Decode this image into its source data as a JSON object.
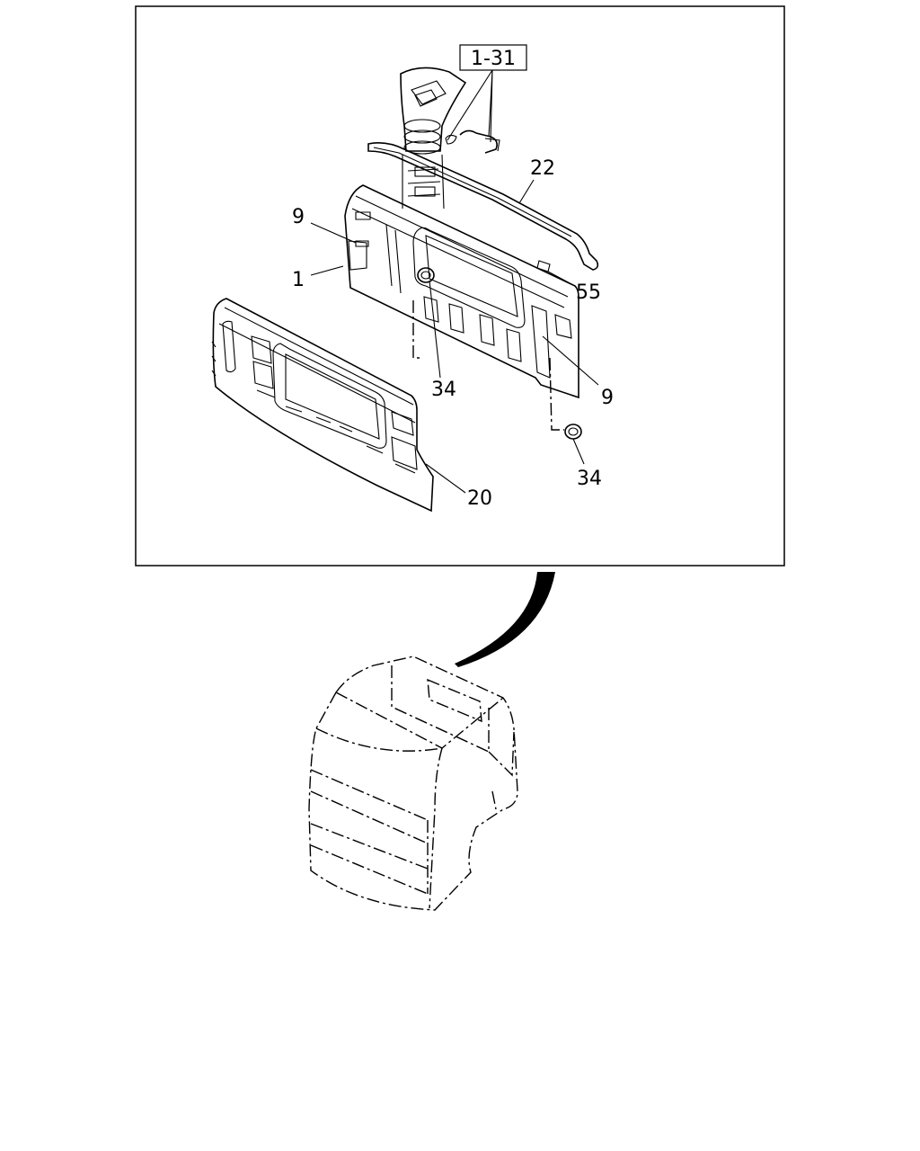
{
  "callouts": {
    "assembly": "1-31",
    "part_22": "22",
    "part_9_left": "9",
    "part_1": "1",
    "part_55": "55",
    "part_34_center": "34",
    "part_9_right": "9",
    "part_34_right": "34",
    "part_20": "20"
  }
}
